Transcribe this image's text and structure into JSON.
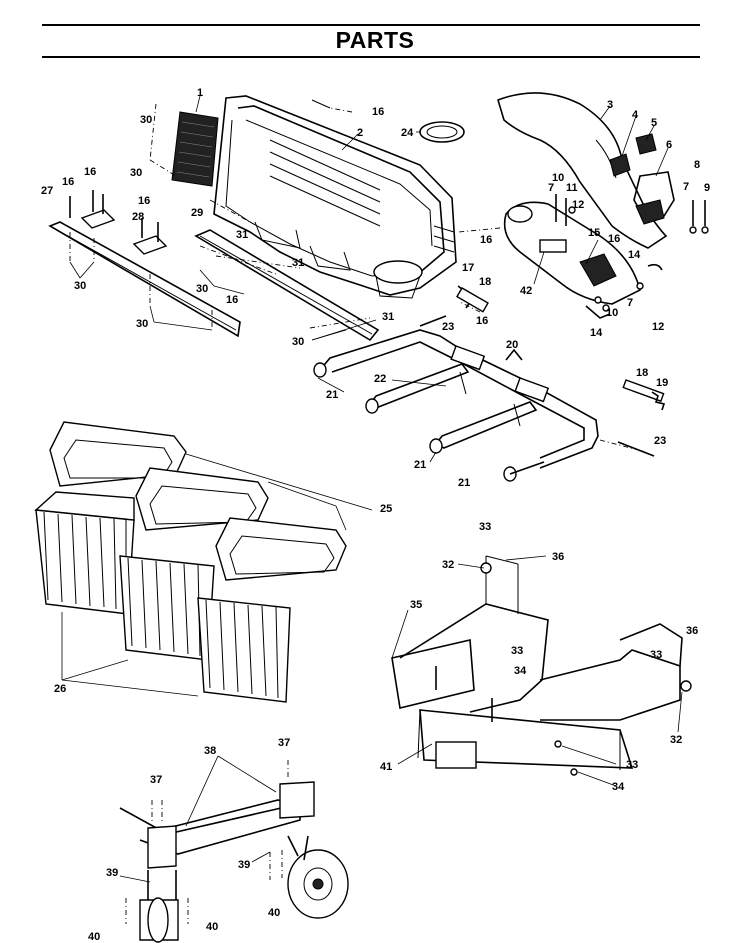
{
  "header": {
    "title": "PARTS"
  },
  "callouts": [
    {
      "id": "c1",
      "text": "1"
    },
    {
      "id": "c2",
      "text": "2"
    },
    {
      "id": "c3",
      "text": "3"
    },
    {
      "id": "c4",
      "text": "4"
    },
    {
      "id": "c5",
      "text": "5"
    },
    {
      "id": "c6",
      "text": "6"
    },
    {
      "id": "c7a",
      "text": "7"
    },
    {
      "id": "c7b",
      "text": "7"
    },
    {
      "id": "c7c",
      "text": "7"
    },
    {
      "id": "c8",
      "text": "8"
    },
    {
      "id": "c9",
      "text": "9"
    },
    {
      "id": "c10a",
      "text": "10"
    },
    {
      "id": "c10b",
      "text": "10"
    },
    {
      "id": "c11",
      "text": "11"
    },
    {
      "id": "c12a",
      "text": "12"
    },
    {
      "id": "c12b",
      "text": "12"
    },
    {
      "id": "c14a",
      "text": "14"
    },
    {
      "id": "c14b",
      "text": "14"
    },
    {
      "id": "c15",
      "text": "15"
    },
    {
      "id": "c16a",
      "text": "16"
    },
    {
      "id": "c16b",
      "text": "16"
    },
    {
      "id": "c16c",
      "text": "16"
    },
    {
      "id": "c16d",
      "text": "16"
    },
    {
      "id": "c16e",
      "text": "16"
    },
    {
      "id": "c16f",
      "text": "16"
    },
    {
      "id": "c16g",
      "text": "16"
    },
    {
      "id": "c16h",
      "text": "16"
    },
    {
      "id": "c17",
      "text": "17"
    },
    {
      "id": "c18a",
      "text": "18"
    },
    {
      "id": "c18b",
      "text": "18"
    },
    {
      "id": "c19",
      "text": "19"
    },
    {
      "id": "c20",
      "text": "20"
    },
    {
      "id": "c21a",
      "text": "21"
    },
    {
      "id": "c21b",
      "text": "21"
    },
    {
      "id": "c21c",
      "text": "21"
    },
    {
      "id": "c22",
      "text": "22"
    },
    {
      "id": "c23a",
      "text": "23"
    },
    {
      "id": "c23b",
      "text": "23"
    },
    {
      "id": "c24",
      "text": "24"
    },
    {
      "id": "c25",
      "text": "25"
    },
    {
      "id": "c26",
      "text": "26"
    },
    {
      "id": "c27",
      "text": "27"
    },
    {
      "id": "c28",
      "text": "28"
    },
    {
      "id": "c29",
      "text": "29"
    },
    {
      "id": "c30a",
      "text": "30"
    },
    {
      "id": "c30b",
      "text": "30"
    },
    {
      "id": "c30c",
      "text": "30"
    },
    {
      "id": "c30d",
      "text": "30"
    },
    {
      "id": "c30e",
      "text": "30"
    },
    {
      "id": "c30f",
      "text": "30"
    },
    {
      "id": "c31a",
      "text": "31"
    },
    {
      "id": "c31b",
      "text": "31"
    },
    {
      "id": "c31c",
      "text": "31"
    },
    {
      "id": "c32a",
      "text": "32"
    },
    {
      "id": "c32b",
      "text": "32"
    },
    {
      "id": "c33a",
      "text": "33"
    },
    {
      "id": "c33b",
      "text": "33"
    },
    {
      "id": "c33c",
      "text": "33"
    },
    {
      "id": "c33d",
      "text": "33"
    },
    {
      "id": "c34a",
      "text": "34"
    },
    {
      "id": "c34b",
      "text": "34"
    },
    {
      "id": "c35",
      "text": "35"
    },
    {
      "id": "c36a",
      "text": "36"
    },
    {
      "id": "c36b",
      "text": "36"
    },
    {
      "id": "c37a",
      "text": "37"
    },
    {
      "id": "c37b",
      "text": "37"
    },
    {
      "id": "c38",
      "text": "38"
    },
    {
      "id": "c39a",
      "text": "39"
    },
    {
      "id": "c39b",
      "text": "39"
    },
    {
      "id": "c40a",
      "text": "40"
    },
    {
      "id": "c40b",
      "text": "40"
    },
    {
      "id": "c40c",
      "text": "40"
    },
    {
      "id": "c41",
      "text": "41"
    },
    {
      "id": "c42",
      "text": "42"
    }
  ]
}
